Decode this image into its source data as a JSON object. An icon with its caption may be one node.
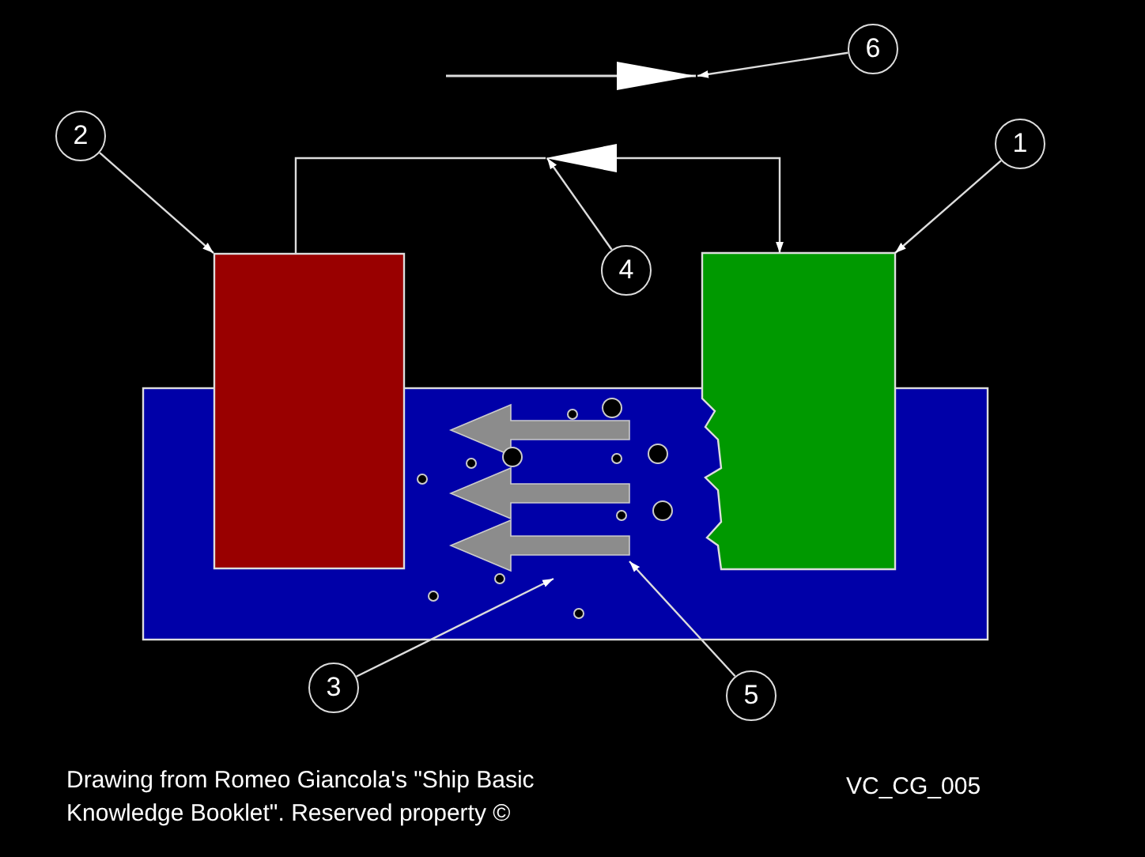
{
  "diagram": {
    "nodes": [
      {
        "text": [
          "6"
        ]
      },
      {
        "text": [
          "2"
        ]
      },
      {
        "text": [
          "1"
        ]
      },
      {
        "text": [
          "4"
        ]
      },
      {
        "text": [
          "3"
        ]
      },
      {
        "text": [
          "5"
        ]
      },
      {
        "text": [],
        "shape": "arrow"
      },
      {
        "text": [],
        "shape": "box"
      },
      {
        "text": [],
        "shape": "box"
      },
      {
        "text": [],
        "shape": "box"
      },
      {
        "text": [],
        "shape": "arrow",
        "in": 9
      },
      {
        "text": [],
        "shape": "arrow"
      }
    ],
    "edges": [
      {
        "from": 0,
        "to": 6,
        "arrow": "to"
      },
      {
        "from": 1,
        "to": 7,
        "arrow": "to"
      },
      {
        "from": 2,
        "to": 8,
        "arrow": "to"
      },
      {
        "from": 3,
        "to": 11,
        "arrow": "to"
      },
      {
        "from": 4,
        "to": 9,
        "arrow": "to"
      },
      {
        "from": 5,
        "to": 10,
        "arrow": "to"
      },
      {
        "from": 7,
        "to": 11,
        "arrow": "none"
      },
      {
        "from": 11,
        "to": 8,
        "arrow": "to"
      }
    ],
    "labels": [
      "Drawing from Romeo Giancola's \"Ship Basic Knowledge Booklet\". Reserved property ©",
      "VC_CG_005"
    ]
  }
}
